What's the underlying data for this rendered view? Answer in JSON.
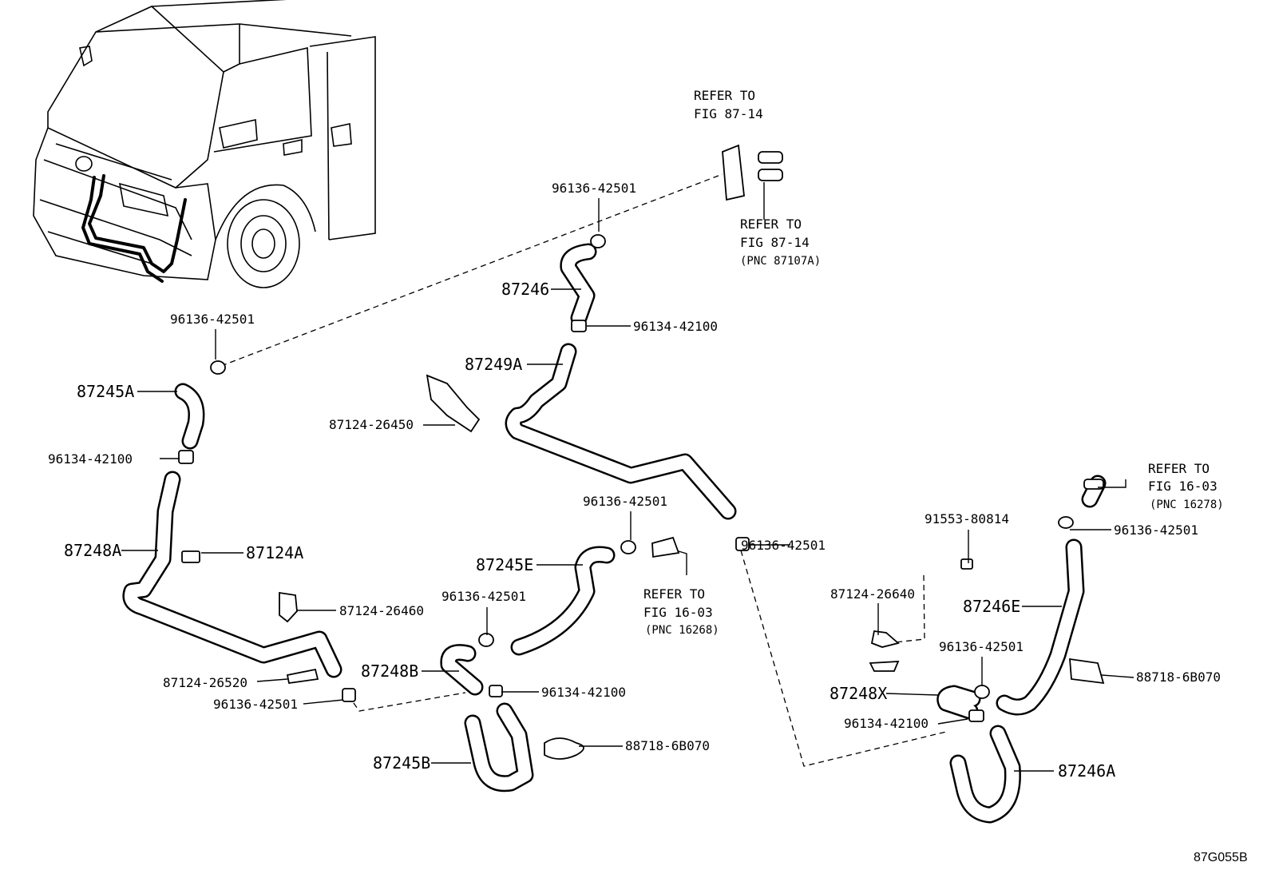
{
  "labels": {
    "refer_fig_8714_top": [
      "REFER TO",
      "FIG 87-14"
    ],
    "refer_fig_8714_mid": [
      "REFER TO",
      "FIG 87-14",
      "(PNC 87107A)"
    ],
    "refer_fig_1603_right": [
      "REFER TO",
      "FIG 16-03",
      "(PNC 16278)"
    ],
    "refer_fig_1603_mid": [
      "REFER TO",
      "FIG 16-03",
      "(PNC 16268)"
    ],
    "p96136_a": "96136-42501",
    "p96136_b": "96136-42501",
    "p96136_c": "96136-42501",
    "p96136_d": "96136-42501",
    "p96136_e": "96136-42501",
    "p96136_f": "96136-42501",
    "p96136_g": "96136-42501",
    "p96136_h": "96136-42501",
    "p87246": "87246",
    "p96134_a": "96134-42100",
    "p96134_b": "96134-42100",
    "p96134_c": "96134-42100",
    "p96134_d": "96134-42100",
    "p87249A": "87249A",
    "p87245A": "87245A",
    "p87124_26450": "87124-26450",
    "p87248A": "87248A",
    "p87124A": "87124A",
    "p87245E": "87245E",
    "p87124_26460": "87124-26460",
    "p87124_26520": "87124-26520",
    "p87248B": "87248B",
    "p87245B": "87245B",
    "p88718_a": "88718-6B070",
    "p88718_b": "88718-6B070",
    "p91553": "91553-80814",
    "p87124_26640": "87124-26640",
    "p87246E": "87246E",
    "p87248X": "87248X",
    "p87246A": "87246A",
    "diagram_code": "87G055B"
  }
}
